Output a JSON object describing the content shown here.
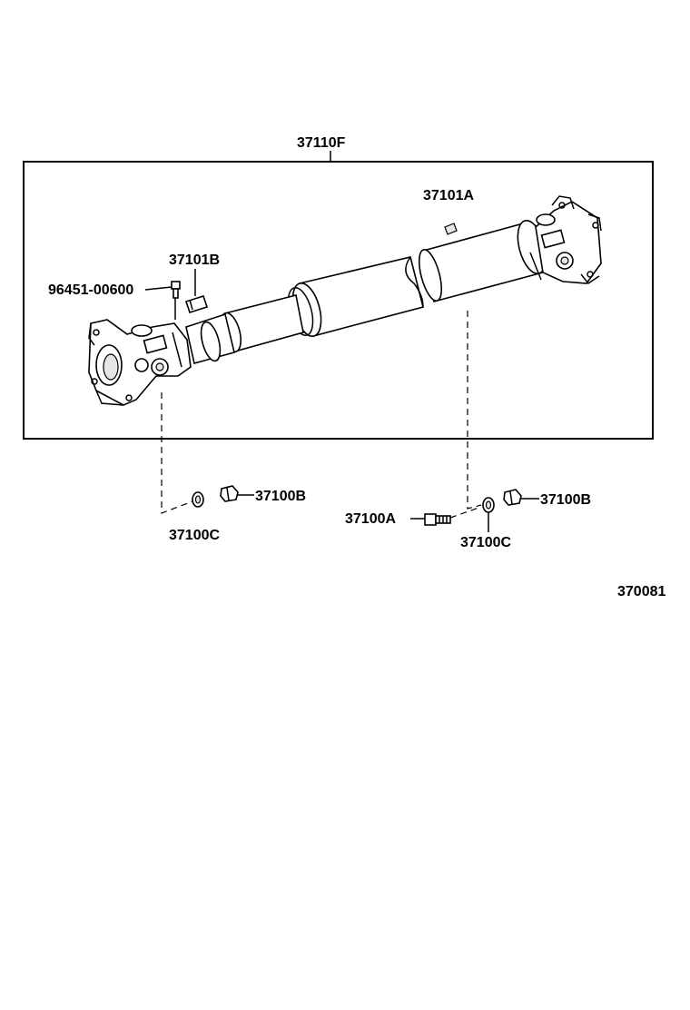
{
  "diagram": {
    "assembly_label": "37110F",
    "figure_number": "370081",
    "parts": {
      "yoke_cap_upper": "37101A",
      "yoke_cap_lower": "37101B",
      "grease_fitting": "96451-00600",
      "nut_left": "37100B",
      "washer_left": "37100C",
      "bolt_right": "37100A",
      "washer_right": "37100C",
      "nut_right": "37100B"
    }
  }
}
